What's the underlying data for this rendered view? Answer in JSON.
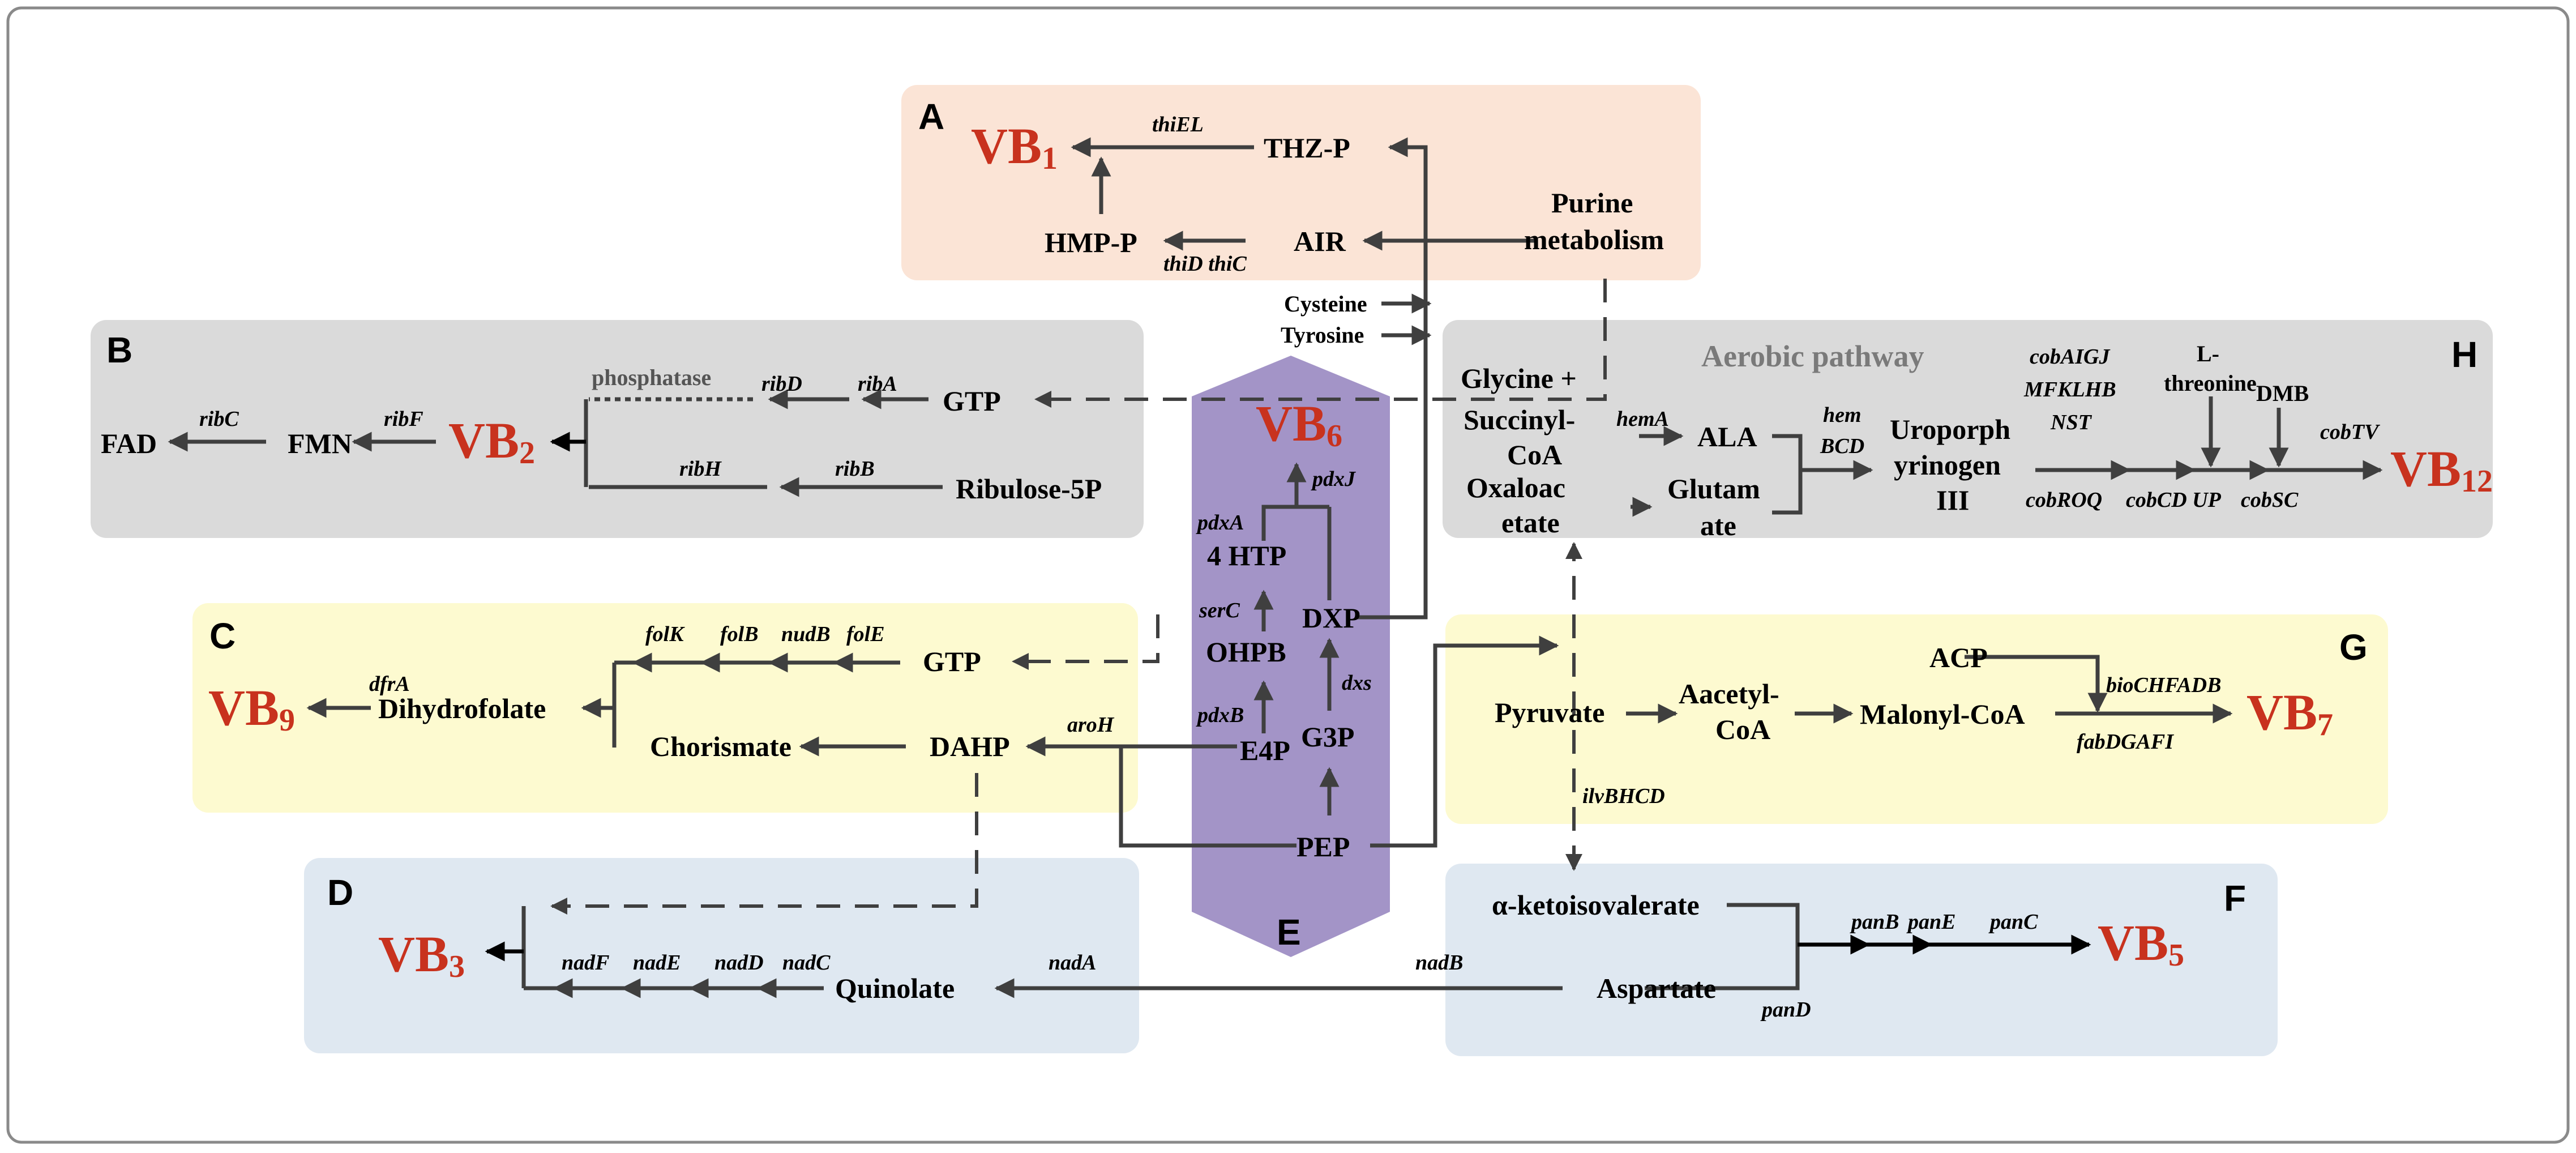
{
  "colors": {
    "panel_A": "#fbe4d6",
    "panel_B": "#dadada",
    "panel_C": "#fdfad0",
    "panel_D": "#dfe8f1",
    "panel_E": "#a394c7",
    "panel_F": "#dfe8f1",
    "panel_G": "#fdfad0",
    "panel_H": "#dadada",
    "vitamin": "#c8321e",
    "arrow": "#3f3f3f"
  },
  "panels": {
    "A": "A",
    "B": "B",
    "C": "C",
    "D": "D",
    "E": "E",
    "F": "F",
    "G": "G",
    "H": "H"
  },
  "vitamins": {
    "vb1": {
      "base": "VB",
      "sub": "1"
    },
    "vb2": {
      "base": "VB",
      "sub": "2"
    },
    "vb3": {
      "base": "VB",
      "sub": "3"
    },
    "vb5": {
      "base": "VB",
      "sub": "5"
    },
    "vb6": {
      "base": "VB",
      "sub": "6"
    },
    "vb7": {
      "base": "VB",
      "sub": "7"
    },
    "vb9": {
      "base": "VB",
      "sub": "9"
    },
    "vb12": {
      "base": "VB",
      "sub": "12"
    }
  },
  "panel_A": {
    "thz_p": "THZ-P",
    "hmp_p": "HMP-P",
    "air": "AIR",
    "purine_1": "Purine",
    "purine_2": "metabolism",
    "gene_thiEL": "thiEL",
    "gene_thiD_thiC": "thiD thiC"
  },
  "inputs": {
    "cysteine": "Cysteine",
    "tyrosine": "Tyrosine"
  },
  "panel_B": {
    "fad": "FAD",
    "fmn": "FMN",
    "gtp": "GTP",
    "ribulose": "Ribulose-5P",
    "phosphatase": "phosphatase",
    "gene_ribC": "ribC",
    "gene_ribF": "ribF",
    "gene_ribD": "ribD",
    "gene_ribA": "ribA",
    "gene_ribH": "ribH",
    "gene_ribB": "ribB"
  },
  "panel_C": {
    "gtp": "GTP",
    "dihydrofolate": "Dihydrofolate",
    "chorismate": "Chorismate",
    "dahp": "DAHP",
    "gene_dfrA": "dfrA",
    "gene_folK": "folK",
    "gene_folB": "folB",
    "gene_nudB": "nudB",
    "gene_folE": "folE",
    "gene_aroH": "aroH"
  },
  "panel_D": {
    "quinolate": "Quinolate",
    "gene_nadF": "nadF",
    "gene_nadE": "nadE",
    "gene_nadD": "nadD",
    "gene_nadC": "nadC",
    "gene_nadA": "nadA",
    "gene_nadB": "nadB"
  },
  "panel_E": {
    "htp": "4 HTP",
    "ohpb": "OHPB",
    "e4p": "E4P",
    "g3p": "G3P",
    "dxp": "DXP",
    "pep": "PEP",
    "gene_pdxA": "pdxA",
    "gene_pdxJ": "pdxJ",
    "gene_serC": "serC",
    "gene_pdxB": "pdxB",
    "gene_dxs": "dxs"
  },
  "panel_F": {
    "ketoisovalerate": "α-ketoisovalerate",
    "aspartate": "Aspartate",
    "gene_panB": "panB",
    "gene_panE": "panE",
    "gene_panC": "panC",
    "gene_panD": "panD",
    "gene_ilvBHCD": "ilvBHCD"
  },
  "panel_G": {
    "pyruvate": "Pyruvate",
    "acetyl_1": "Aacetyl-",
    "acetyl_2": "CoA",
    "malonyl": "Malonyl-CoA",
    "acp": "ACP",
    "gene_bio": "bioCHFADB",
    "gene_fab": "fabDGAFI"
  },
  "panel_H": {
    "title": "Aerobic pathway",
    "glycine": "Glycine +",
    "succinyl_1": "Succinyl-",
    "succinyl_2": "CoA",
    "oxaloac_1": "Oxaloac",
    "oxaloac_2": "etate",
    "ala": "ALA",
    "glutam_1": "Glutam",
    "glutam_2": "ate",
    "uro_1": "Uroporph",
    "uro_2": "yrinogen",
    "uro_3": "III",
    "l_thr_1": "L-",
    "l_thr_2": "threonine",
    "dmb": "DMB",
    "gene_hemA": "hemA",
    "gene_hem": "hem",
    "gene_BCD": "BCD",
    "gene_cob1": "cobAIGJ",
    "gene_cob2": "MFKLHB",
    "gene_cob3": "NST",
    "gene_cobROQ": "cobROQ",
    "gene_cobCDUP": "cobCD UP",
    "gene_cobSC": "cobSC",
    "gene_cobTV": "cobTV"
  }
}
